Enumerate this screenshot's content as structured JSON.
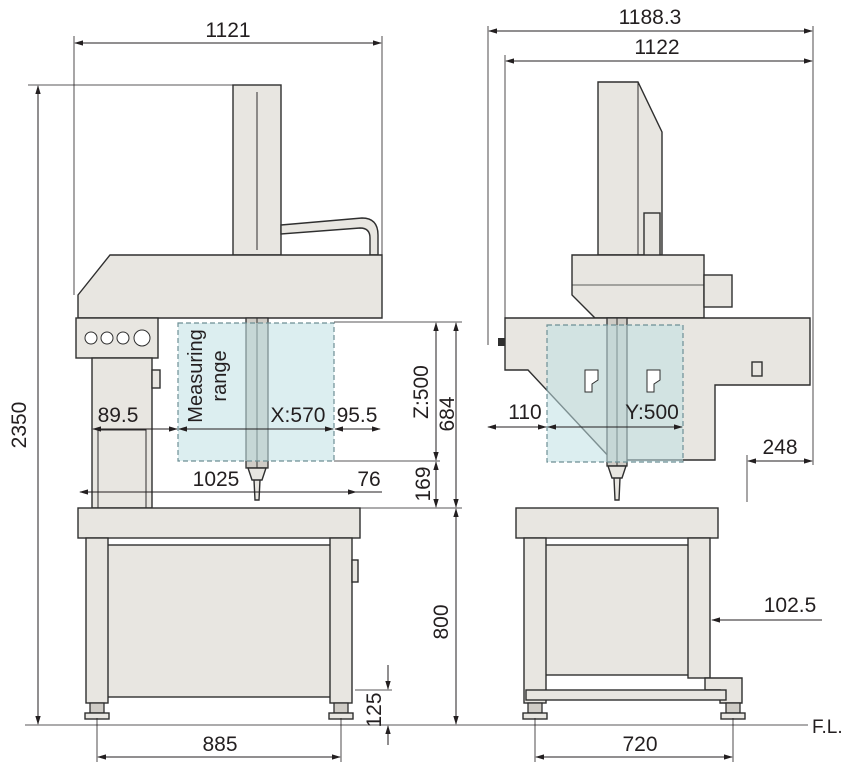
{
  "front_view": {
    "width_total": "1121",
    "height_total": "2350",
    "x_offset_left": "89.5",
    "x_range": "X:570",
    "x_offset_right": "95.5",
    "range_label": "Measuring range",
    "z_range": "Z:500",
    "z_total": "684",
    "z_offset": "169",
    "table_width": "1025",
    "table_offset": "76",
    "table_height": "800",
    "leg_height": "125",
    "leg_span": "885"
  },
  "side_view": {
    "depth_total": "1188.3",
    "depth_body": "1122",
    "y_offset": "110",
    "y_range": "Y:500",
    "overhang": "248",
    "stand_offset": "102.5",
    "leg_span": "720",
    "floor_label": "F.L."
  },
  "colors": {
    "machine_body": "#e8e6e1",
    "measuring_range": "#bfe0e4",
    "line": "#231f20"
  }
}
